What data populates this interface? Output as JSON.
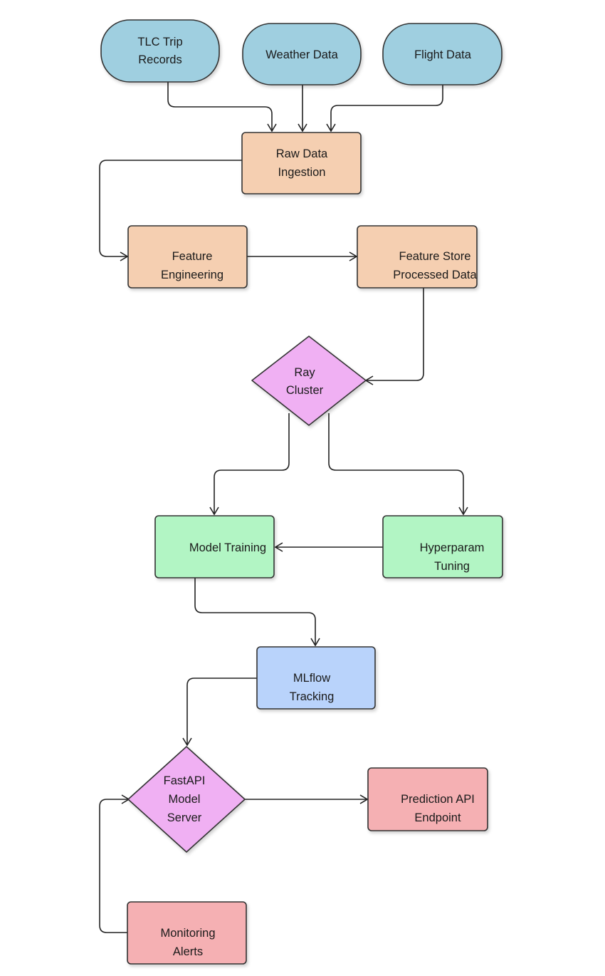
{
  "colors": {
    "source": "#9fcfe0",
    "ingest": "#f5cfb1",
    "compute": "#f0b0f3",
    "training": "#b2f5c4",
    "tracking": "#b9d3fb",
    "serving": "#f5b0b3"
  },
  "nodes": {
    "tlc": {
      "lines": [
        "TLC Trip",
        "Records"
      ]
    },
    "weather": {
      "lines": [
        "Weather Data"
      ]
    },
    "flight": {
      "lines": [
        "Flight Data"
      ]
    },
    "raw": {
      "lines": [
        "Raw Data",
        "Ingestion"
      ]
    },
    "feature_eng": {
      "lines": [
        "Feature",
        "Engineering"
      ]
    },
    "feature_store": {
      "lines": [
        "Feature Store",
        "Processed Data"
      ]
    },
    "ray": {
      "lines": [
        "Ray",
        "Cluster"
      ]
    },
    "model_training": {
      "lines": [
        "Model Training"
      ]
    },
    "hyperparam": {
      "lines": [
        "Hyperparam",
        "Tuning"
      ]
    },
    "mlflow": {
      "lines": [
        "MLflow",
        "Tracking"
      ]
    },
    "fastapi": {
      "lines": [
        "FastAPI",
        "Model",
        "Server"
      ]
    },
    "prediction": {
      "lines": [
        "Prediction API",
        "Endpoint"
      ]
    },
    "monitoring": {
      "lines": [
        "Monitoring",
        "Alerts"
      ]
    }
  }
}
